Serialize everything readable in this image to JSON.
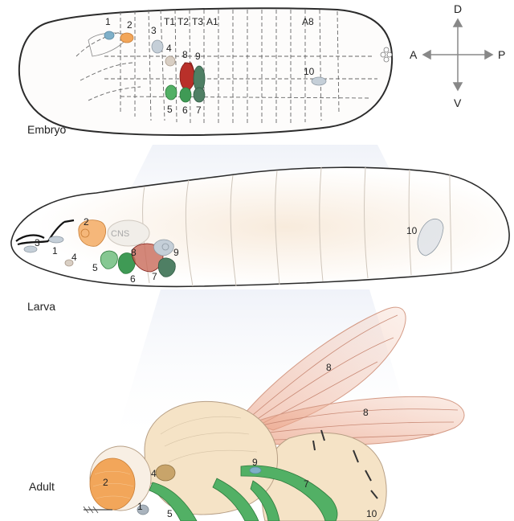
{
  "stages": {
    "embryo": "Embryo",
    "larva": "Larva",
    "adult": "Adult"
  },
  "axes": {
    "d": "D",
    "v": "V",
    "a": "A",
    "p": "P"
  },
  "segments": [
    "T1",
    "T2",
    "T3",
    "A1",
    "A8"
  ],
  "cns_label": "CNS",
  "numbers": {
    "embryo": [
      "1",
      "2",
      "3",
      "4",
      "5",
      "6",
      "7",
      "8",
      "9",
      "10"
    ],
    "larva": [
      "1",
      "2",
      "3",
      "4",
      "5",
      "6",
      "7",
      "8",
      "9",
      "10"
    ],
    "adult": [
      "1",
      "2",
      "4",
      "5",
      "7",
      "8",
      "8",
      "9",
      "10"
    ]
  },
  "colors": {
    "outline": "#2b2b2b",
    "orange": "#f2a65a",
    "red": "#b9302a",
    "dark_green": "#4f7f64",
    "green": "#52b065",
    "grey": "#a9b3bd",
    "wing": "#e9a98b",
    "body": "#f5e3c6"
  }
}
